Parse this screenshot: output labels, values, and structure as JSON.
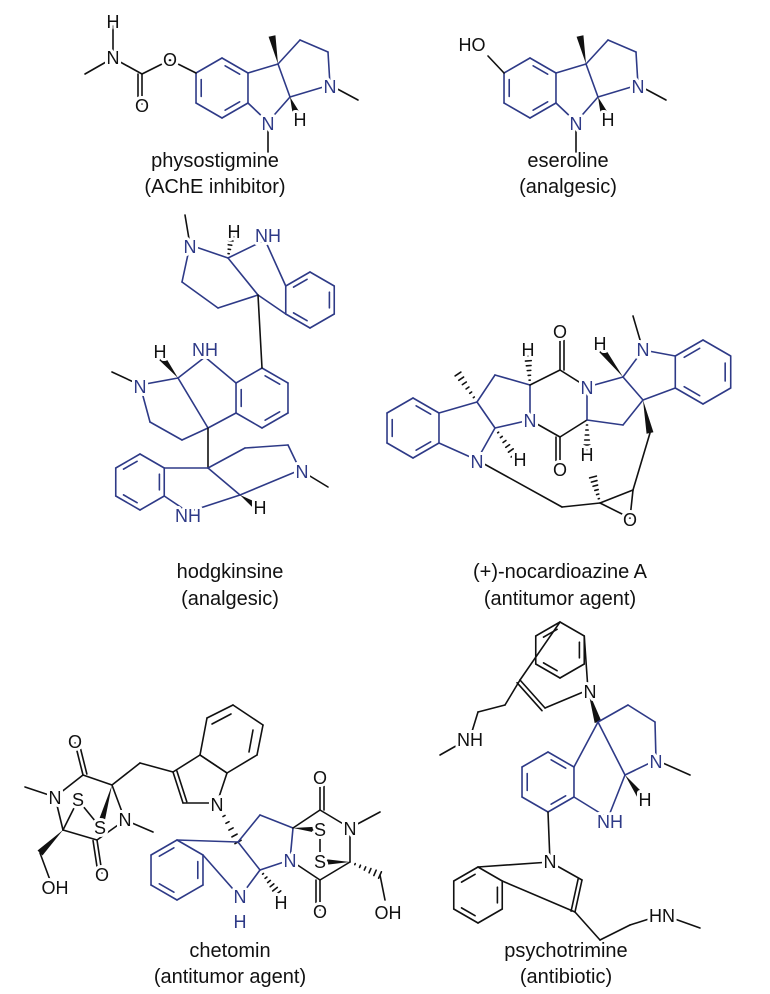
{
  "colors": {
    "core": "#2e3a87",
    "other": "#111111"
  },
  "molecules": [
    {
      "name": "physostigmine",
      "activity": "(AChE inhibitor)",
      "atoms": [
        "H",
        "N",
        "O",
        "O",
        "N",
        "N",
        "H"
      ]
    },
    {
      "name": "eseroline",
      "activity": "(analgesic)",
      "atoms": [
        "HO",
        "N",
        "N",
        "H"
      ]
    },
    {
      "name": "hodgkinsine",
      "activity": "(analgesic)",
      "atoms": [
        "N",
        "H",
        "NH",
        "NH",
        "H",
        "N",
        "N",
        "NH",
        "H"
      ]
    },
    {
      "name": "(+)-nocardioazine A",
      "activity": "(antitumor agent)",
      "atoms": [
        "N",
        "H",
        "H",
        "N",
        "O",
        "N",
        "H",
        "O",
        "H",
        "N",
        "O"
      ]
    },
    {
      "name": "chetomin",
      "activity": "(antitumor agent)",
      "atoms": [
        "O",
        "N",
        "S",
        "S",
        "N",
        "O",
        "OH",
        "N",
        "N",
        "H",
        "N",
        "H",
        "S",
        "S",
        "O",
        "N",
        "O",
        "OH"
      ]
    },
    {
      "name": "psychotrimine",
      "activity": "(antibiotic)",
      "atoms": [
        "N",
        "NH",
        "N",
        "NH",
        "H",
        "N",
        "HN"
      ]
    }
  ]
}
